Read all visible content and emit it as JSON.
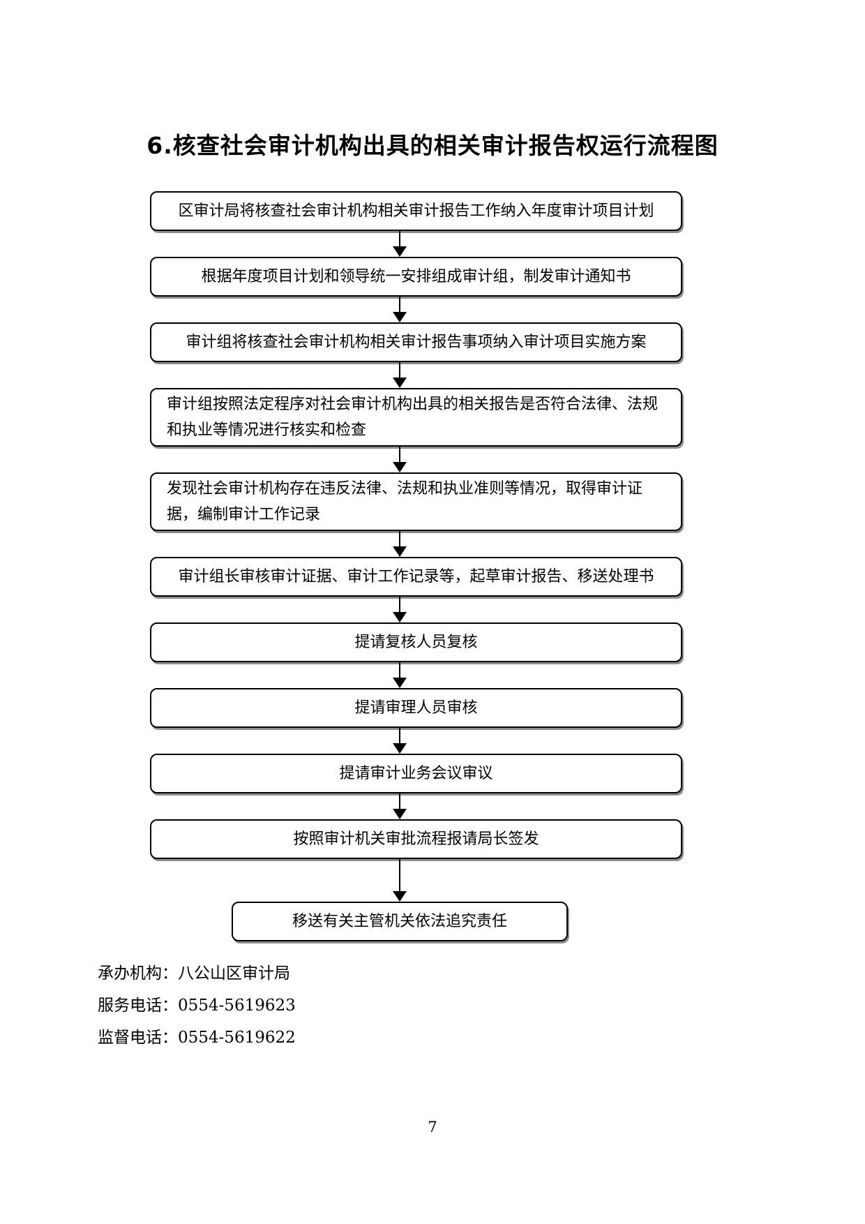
{
  "page": {
    "title": "6.核查社会审计机构出具的相关审计报告权运行流程图",
    "page_number": "7"
  },
  "flowchart": {
    "steps": [
      {
        "text": "区审计局将核查社会审计机构相关审计报告工作纳入年度审计项目计划",
        "align": "center",
        "lines": 1
      },
      {
        "text": "根据年度项目计划和领导统一安排组成审计组，制发审计通知书",
        "align": "center",
        "lines": 1
      },
      {
        "text": "审计组将核查社会审计机构相关审计报告事项纳入审计项目实施方案",
        "align": "center",
        "lines": 1
      },
      {
        "text": "审计组按照法定程序对社会审计机构出具的相关报告是否符合法律、法规和执业等情况进行核实和检查",
        "align": "left",
        "lines": 2
      },
      {
        "text": "发现社会审计机构存在违反法律、法规和执业准则等情况，取得审计证据，编制审计工作记录",
        "align": "left",
        "lines": 2
      },
      {
        "text": "审计组长审核审计证据、审计工作记录等，起草审计报告、移送处理书",
        "align": "center",
        "lines": 1
      },
      {
        "text": "提请复核人员复核",
        "align": "center",
        "lines": 1
      },
      {
        "text": "提请审理人员审核",
        "align": "center",
        "lines": 1
      },
      {
        "text": "提请审计业务会议审议",
        "align": "center",
        "lines": 1
      },
      {
        "text": "按照审计机关审批流程报请局长签发",
        "align": "center",
        "lines": 1
      },
      {
        "text": "移送有关主管机关依法追究责任",
        "align": "center",
        "lines": 1,
        "narrow": true
      }
    ]
  },
  "footer": {
    "lines": [
      "承办机构：八公山区审计局",
      "服务电话：0554-5619623",
      "监督电话：0554-5619622"
    ]
  },
  "colors": {
    "background": "#ffffff",
    "text": "#000000",
    "box_border": "#000000",
    "arrow": "#000000"
  }
}
